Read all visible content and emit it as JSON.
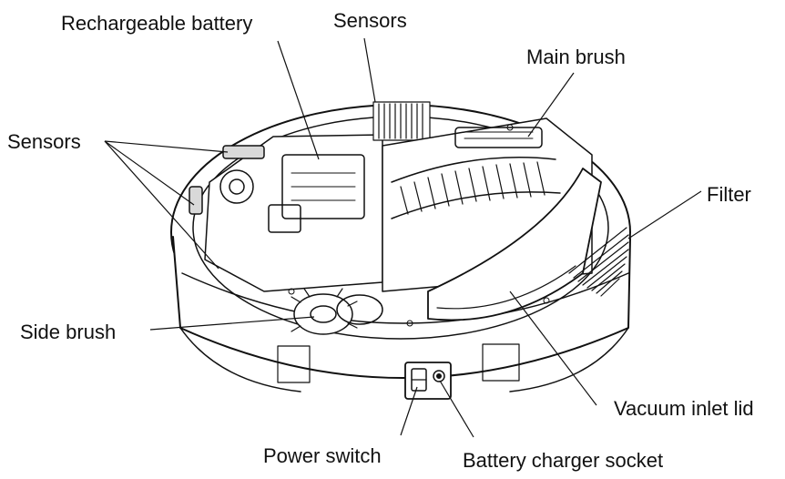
{
  "labels": {
    "rechargeable_battery": "Rechargeable battery",
    "sensors_top": "Sensors",
    "main_brush": "Main brush",
    "sensors_left": "Sensors",
    "filter": "Filter",
    "side_brush": "Side brush",
    "vacuum_inlet_lid": "Vacuum inlet lid",
    "power_switch": "Power switch",
    "battery_charger_socket": "Battery charger socket"
  },
  "colors": {
    "ink": "#111111",
    "paper": "#ffffff",
    "shade": "#d9d9d9"
  }
}
